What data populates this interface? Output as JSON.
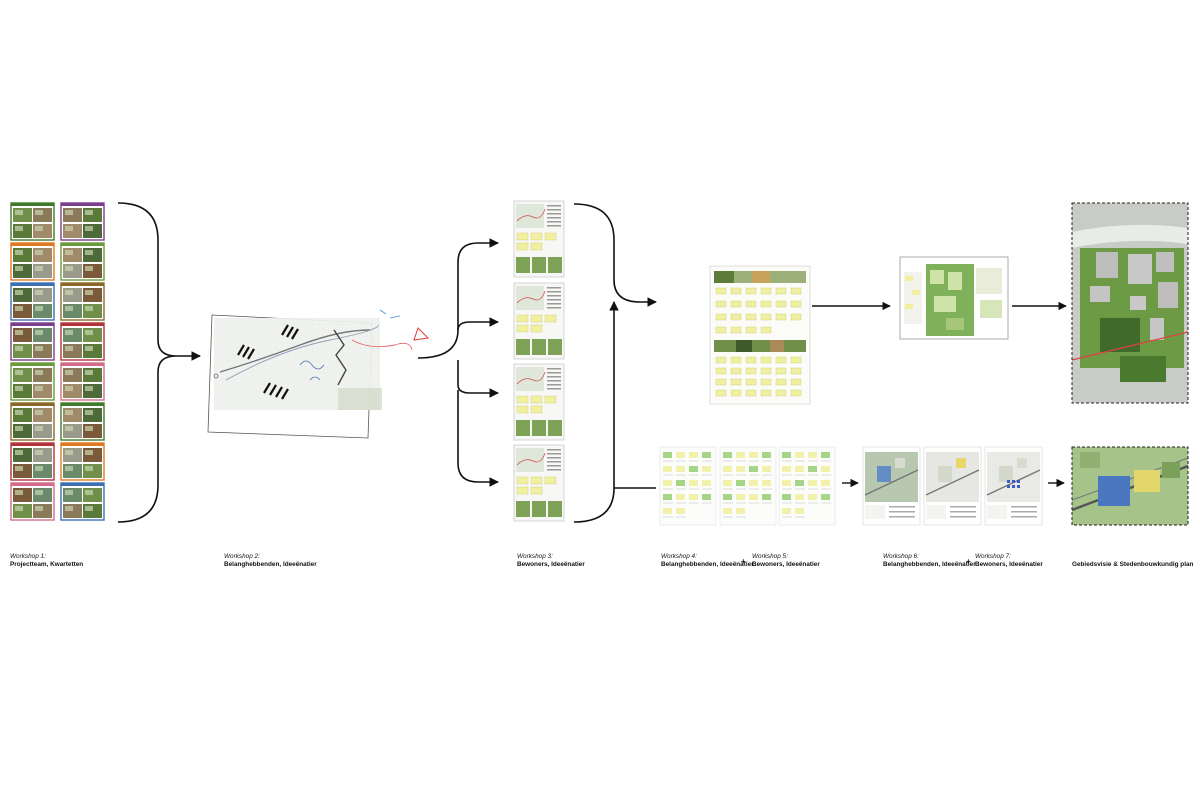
{
  "captions": [
    {
      "title": "Workshop 1:",
      "subtitle": "Projectteam, Kwartetten"
    },
    {
      "title": "Workshop 2:",
      "subtitle": "Belanghebbenden, Ideeënatier"
    },
    {
      "title": "Workshop 3:",
      "subtitle": "Bewoners, Ideeënatier"
    },
    {
      "title": "Workshop 4:",
      "subtitle": "Belanghebbenden, Ideeënatier"
    },
    {
      "title": "Workshop 5:",
      "subtitle": "Bewoners, Ideeënatier"
    },
    {
      "title": "Workshop 6:",
      "subtitle": "Belanghebbenden, Ideeënatier"
    },
    {
      "title": "Workshop 7:",
      "subtitle": "Bewoners, Ideeënatier"
    }
  ],
  "final_label": "Gebiedsvisie & Stedenbouwkundig plan",
  "plus_sign": "+",
  "colors": {
    "arrows": "#111111",
    "card_bands": [
      "#3f7a2a",
      "#e07a22",
      "#3d6fb3",
      "#7a3f8c",
      "#6a9a3a",
      "#8a6a2a",
      "#b0343a",
      "#d26c8a"
    ],
    "map_green": "#9cc77a",
    "sticky_note": "#f1f0a0",
    "paper": "#f7f7f5"
  }
}
